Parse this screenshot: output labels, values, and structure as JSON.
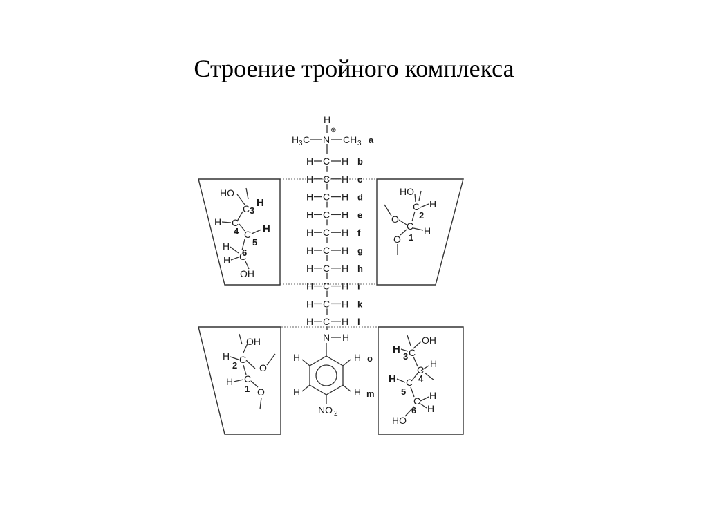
{
  "slide": {
    "title": "Строение тройного комплекса"
  },
  "chain": {
    "rows": [
      {
        "left": "H",
        "center": "C",
        "right": "H",
        "label": "b"
      },
      {
        "left": "H",
        "center": "C",
        "right": "H",
        "label": "c"
      },
      {
        "left": "H",
        "center": "C",
        "right": "H",
        "label": "d"
      },
      {
        "left": "H",
        "center": "C",
        "right": "H",
        "label": "e"
      },
      {
        "left": "H",
        "center": "C",
        "right": "H",
        "label": "f"
      },
      {
        "left": "H",
        "center": "C",
        "right": "H",
        "label": "g"
      },
      {
        "left": "H",
        "center": "C",
        "right": "H",
        "label": "h"
      },
      {
        "left": "H",
        "center": "C",
        "right": "H",
        "label": "i"
      },
      {
        "left": "H",
        "center": "C",
        "right": "H",
        "label": "k"
      },
      {
        "left": "H",
        "center": "C",
        "right": "H",
        "label": "l"
      }
    ],
    "head": {
      "h": "H",
      "plus": "⊕",
      "left_group": "H",
      "left_sub": "3",
      "left_c": "C",
      "n": "N",
      "right_group": "CH",
      "right_sub": "3",
      "label": "a"
    },
    "amine": {
      "n": "N",
      "h": "H"
    },
    "ring": {
      "h1": "H",
      "h2": "H",
      "h3": "H",
      "h4": "H",
      "label_o": "o",
      "label_m": "m",
      "no": "NO",
      "no_sub": "2"
    }
  },
  "boxes": {
    "top_left": {
      "ho": "HO",
      "c3": "C",
      "n3": "3",
      "h3": "H",
      "h4": "H",
      "c4": "C",
      "n4": "4",
      "c5": "C",
      "n5": "5",
      "h5": "H",
      "h6a": "H",
      "h6b": "H",
      "c6": "C",
      "n6": "6",
      "oh": "OH"
    },
    "top_right": {
      "ho": "HO",
      "c2": "C",
      "n2": "2",
      "h2": "H",
      "o1": "O",
      "c1": "C",
      "n1": "1",
      "h1": "H",
      "o2": "O"
    },
    "bottom_left": {
      "oh": "OH",
      "h2": "H",
      "c2": "C",
      "n2": "2",
      "o1": "O",
      "h1": "H",
      "c1": "C",
      "n1": "1",
      "o2": "O"
    },
    "bottom_right": {
      "oh": "OH",
      "h3": "H",
      "c3": "C",
      "n3": "3",
      "h4": "H",
      "c4": "C",
      "n4": "4",
      "h5": "H",
      "c5": "C",
      "n5": "5",
      "h6a": "H",
      "h6b": "H",
      "c6": "C",
      "n6": "6",
      "ho": "HO"
    }
  }
}
